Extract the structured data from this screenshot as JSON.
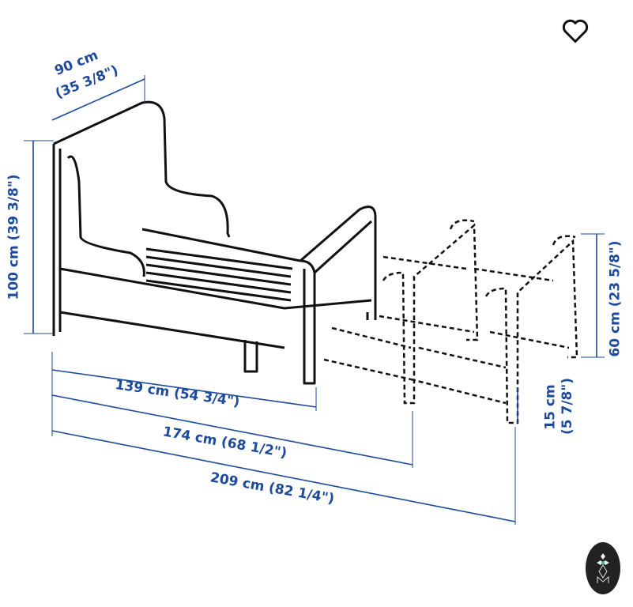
{
  "labels": {
    "width": "90 cm",
    "width_in": "(35 3/8\")",
    "height": "100 cm (39 3/8\")",
    "len_short": "139 cm (54 3/4\")",
    "len_mid": "174 cm (68 1/2\")",
    "len_long": "209 cm (82 1/4\")",
    "ext_height": "60 cm (23 5/8\")",
    "ext_leg": "15 cm",
    "ext_leg_in": "(5 7/8\")"
  },
  "icons": {
    "favorite": "heart-icon",
    "badge": "watermark-logo"
  },
  "colors": {
    "dimension": "#1c4a9c",
    "line": "#111111"
  }
}
